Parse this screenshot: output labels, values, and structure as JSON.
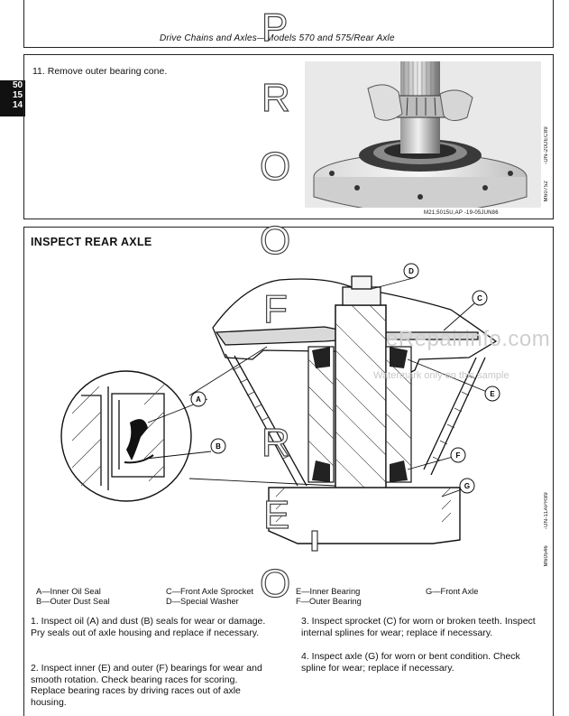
{
  "header": {
    "title": "Drive Chains and Axles—Models 570 and 575/Rear Axle"
  },
  "side_tab": {
    "lines": [
      "50",
      "15",
      "14"
    ]
  },
  "step11": {
    "text": "11. Remove outer bearing cone.",
    "photo_code": "M60752",
    "photo_code2": "-UN-20DEC89",
    "footer_code": "M21,5015U,AP   -19-05JUN86"
  },
  "inspect": {
    "title": "INSPECT REAR AXLE",
    "fig_code": "M60546",
    "fig_code2": "-UN-11APR89",
    "callouts": [
      "A",
      "B",
      "C",
      "D",
      "E",
      "F",
      "G"
    ],
    "legend": [
      [
        "A—Inner Oil Seal",
        "C—Front Axle Sprocket",
        "E—Inner Bearing",
        "G—Front Axle"
      ],
      [
        "B—Outer Dust Seal",
        "D—Special Washer",
        "F—Outer Bearing",
        ""
      ]
    ],
    "steps_left": [
      "1. Inspect oil (A) and dust (B) seals for wear or damage. Pry seals out of axle housing and replace if necessary.",
      "2. Inspect inner (E) and outer (F) bearings for wear and smooth rotation. Check bearing races for scoring. Replace bearing races by driving races out of axle housing."
    ],
    "steps_right": [
      "3. Inspect sprocket (C) for worn or broken teeth. Inspect internal splines for wear; replace if necessary.",
      "4. Inspect axle (G) for worn or bent condition. Check spline for wear; replace if necessary."
    ]
  },
  "watermark": {
    "site": "eRepairinfo.com",
    "note": "Watermark only on this sample"
  },
  "ghost_letters": [
    "P",
    "R",
    "O",
    "O",
    "F",
    "R",
    "E",
    "O"
  ]
}
